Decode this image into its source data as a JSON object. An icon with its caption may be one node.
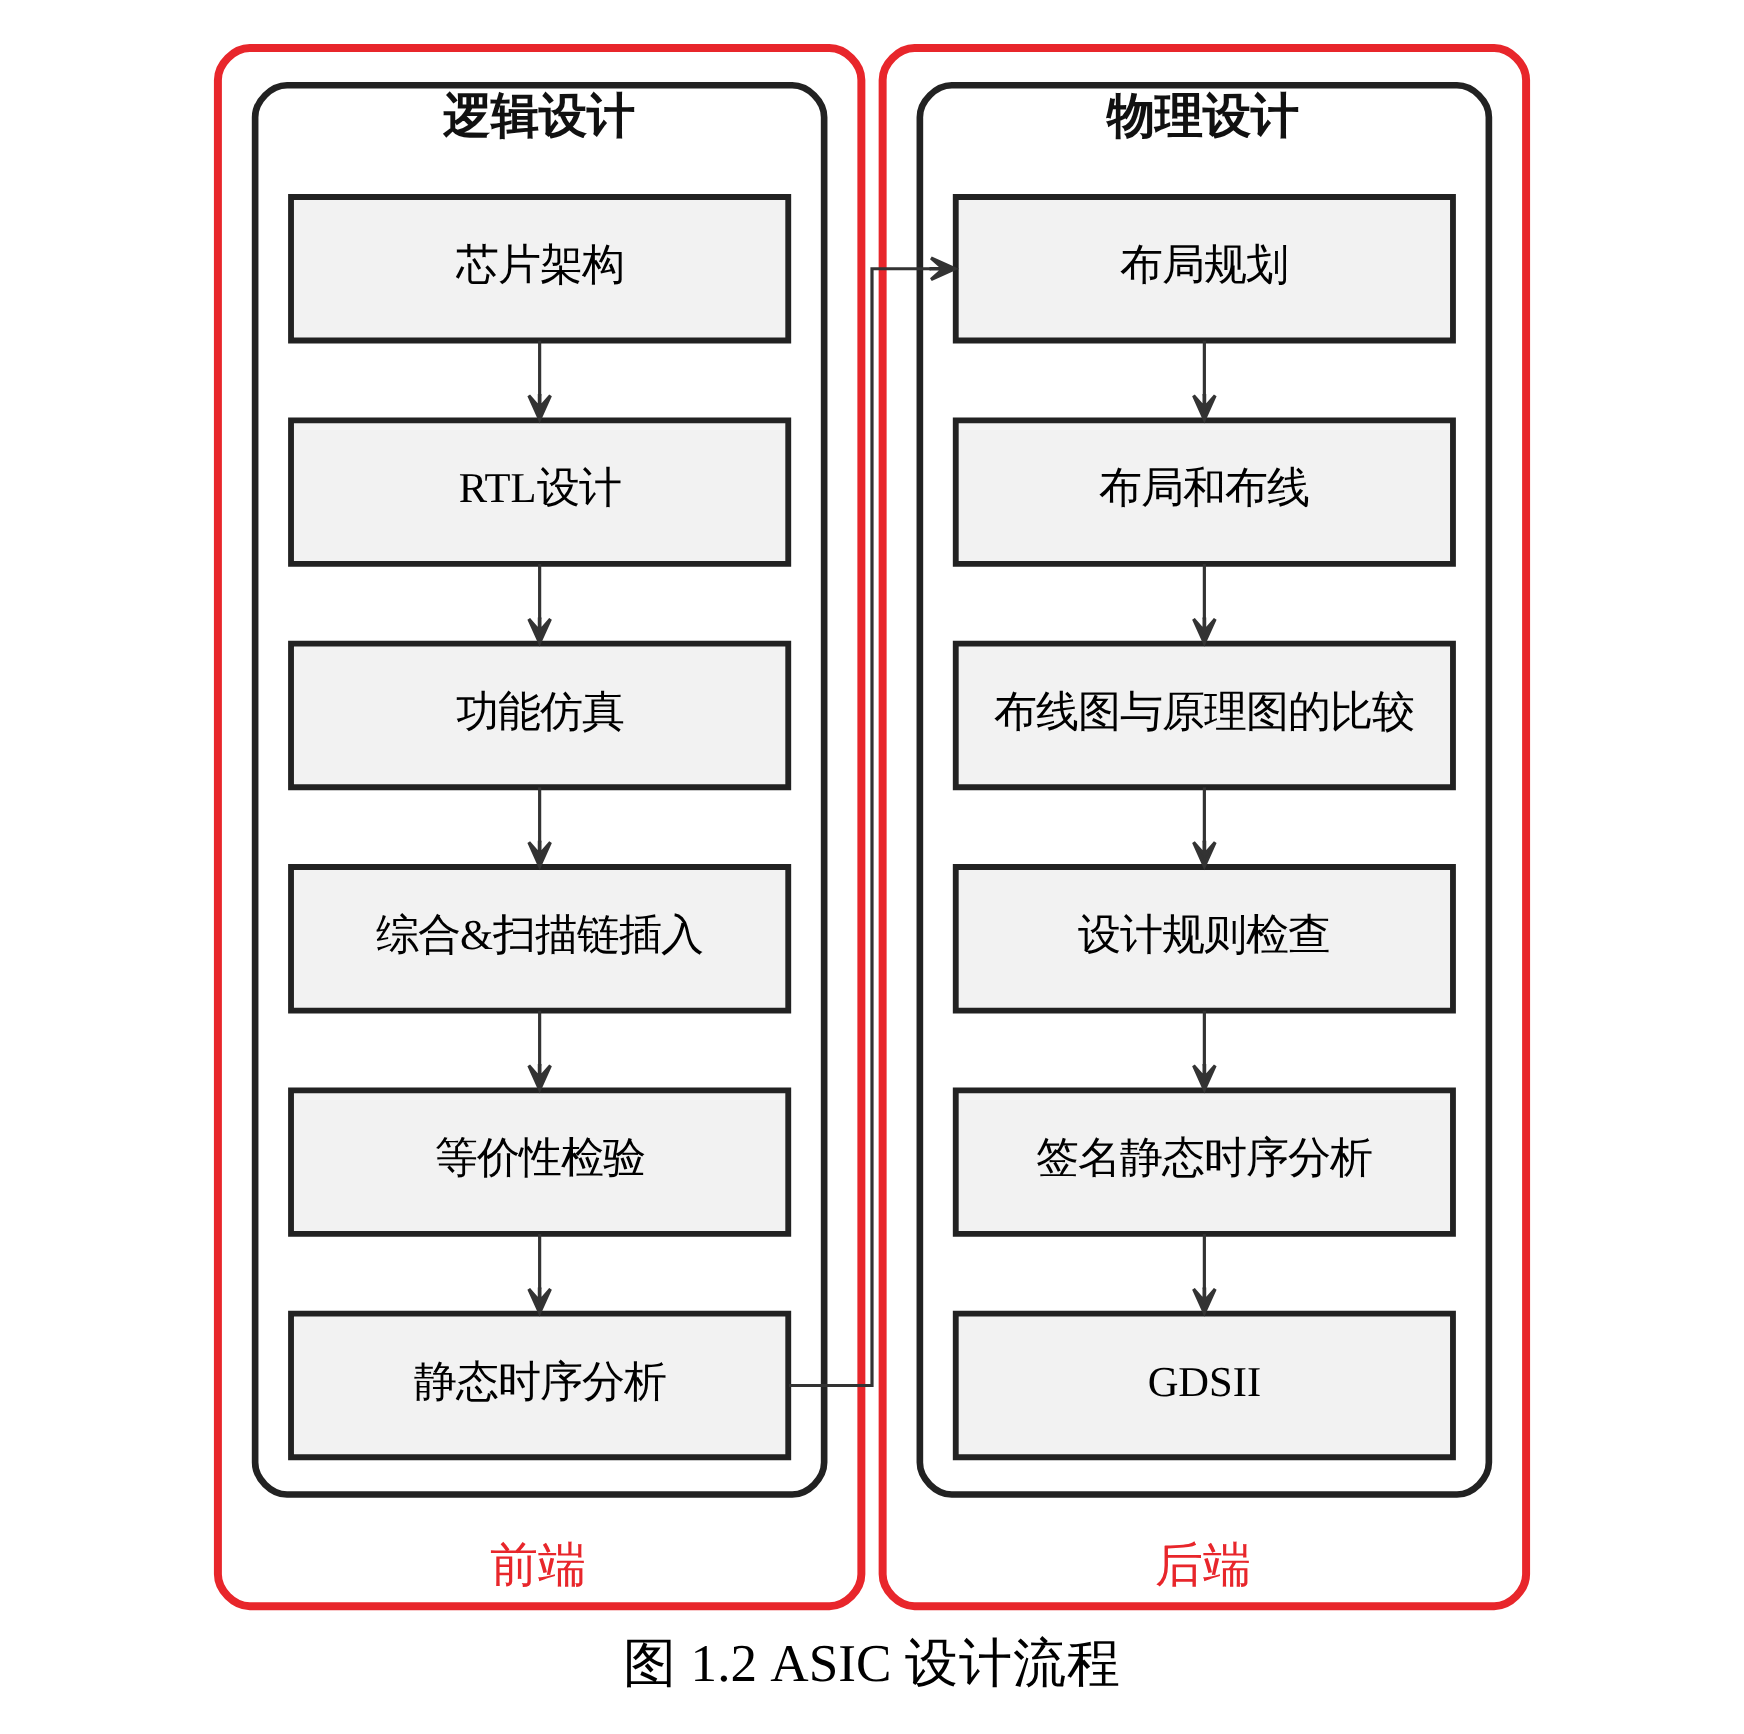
{
  "diagram": {
    "caption": "图 1.2 ASIC 设计流程",
    "nodes": [
      {
        "text": [
          "前端"
        ]
      },
      {
        "text": [
          "逻辑设计"
        ],
        "in": 0
      },
      {
        "text": [
          "芯片架构"
        ],
        "in": 1
      },
      {
        "text": [
          "RTL设计"
        ],
        "in": 1
      },
      {
        "text": [
          "功能仿真"
        ],
        "in": 1
      },
      {
        "text": [
          "综合&扫描链插入"
        ],
        "in": 1
      },
      {
        "text": [
          "等价性检验"
        ],
        "in": 1
      },
      {
        "text": [
          "静态时序分析"
        ],
        "in": 1
      },
      {
        "text": [
          "后端"
        ]
      },
      {
        "text": [
          "物理设计"
        ],
        "in": 8
      },
      {
        "text": [
          "布局规划"
        ],
        "in": 9
      },
      {
        "text": [
          "布局和布线"
        ],
        "in": 9
      },
      {
        "text": [
          "布线图与原理图的比较"
        ],
        "in": 9
      },
      {
        "text": [
          "设计规则检查"
        ],
        "in": 9
      },
      {
        "text": [
          "签名静态时序分析"
        ],
        "in": 9
      },
      {
        "text": [
          "GDSII"
        ],
        "in": 9
      }
    ],
    "edges": [
      {
        "from": 2,
        "to": 3,
        "arrow": "to"
      },
      {
        "from": 3,
        "to": 4,
        "arrow": "to"
      },
      {
        "from": 4,
        "to": 5,
        "arrow": "to"
      },
      {
        "from": 5,
        "to": 6,
        "arrow": "to"
      },
      {
        "from": 6,
        "to": 7,
        "arrow": "to"
      },
      {
        "from": 7,
        "to": 10,
        "arrow": "to"
      },
      {
        "from": 10,
        "to": 11,
        "arrow": "to"
      },
      {
        "from": 11,
        "to": 12,
        "arrow": "to"
      },
      {
        "from": 12,
        "to": 13,
        "arrow": "to"
      },
      {
        "from": 13,
        "to": 14,
        "arrow": "to"
      },
      {
        "from": 14,
        "to": 15,
        "arrow": "to"
      }
    ]
  }
}
